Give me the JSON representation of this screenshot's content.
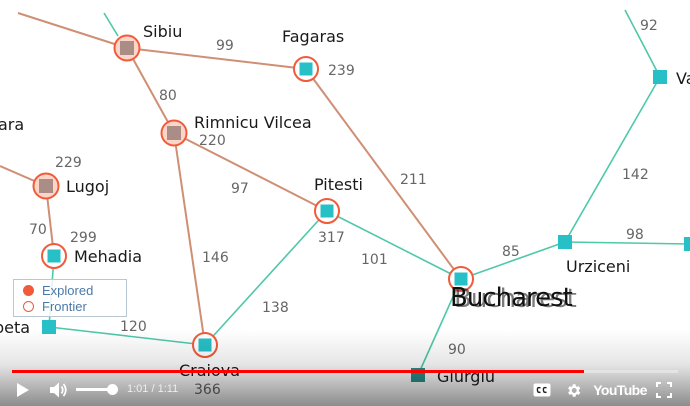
{
  "map": {
    "cities": {
      "sibiu": "Sibiu",
      "fagaras": "Fagaras",
      "rimnicu_vilcea": "Rimnicu Vilcea",
      "arad_partial": "ara",
      "lugoj": "Lugoj",
      "mehadia": "Mehadia",
      "pitesti": "Pitesti",
      "bucharest": "Bucharest",
      "urziceni": "Urziceni",
      "vaslui_partial": "Va",
      "drobeta_partial": "beta",
      "craiova": "Craiova",
      "giurgiu": "Giurgiu"
    },
    "costs": {
      "sibiu_fagaras_edge": "99",
      "fagaras_total": "239",
      "sibiu_rimnicu_edge": "80",
      "rimnicu_total": "220",
      "lugoj_total": "229",
      "lugoj_mehadia_edge": "70",
      "mehadia_total": "299",
      "rimnicu_pitesti_edge": "97",
      "fagaras_bucharest_edge": "211",
      "pitesti_total": "317",
      "pitesti_bucharest_edge": "101",
      "bucharest_urziceni_edge": "85",
      "urziceni_vaslui_edge": "142",
      "vaslui_top": "92",
      "urziceni_hirsova_edge": "98",
      "rimnicu_craiova_edge": "146",
      "pitesti_craiova_edge": "138",
      "drobeta_craiova_edge": "120",
      "bucharest_giurgiu_edge": "90",
      "craiova_total": "366"
    }
  },
  "legend": {
    "explored": "Explored",
    "frontier": "Frontier"
  },
  "player": {
    "time_current": "1:01",
    "time_separator": "/",
    "time_total": "1:11",
    "progress_fraction": 0.859,
    "volume_fraction": 0.85,
    "brand": "YouTube"
  },
  "colors": {
    "explored_edge": "#cf8f74",
    "frontier_edge": "#4ec8a8",
    "explored_node_ring": "#f15a3a",
    "explored_node_fill": "#a98d86",
    "frontier_node": "#27c0c7",
    "dark_node": "#2b8f89",
    "progress": "#ff0000"
  }
}
